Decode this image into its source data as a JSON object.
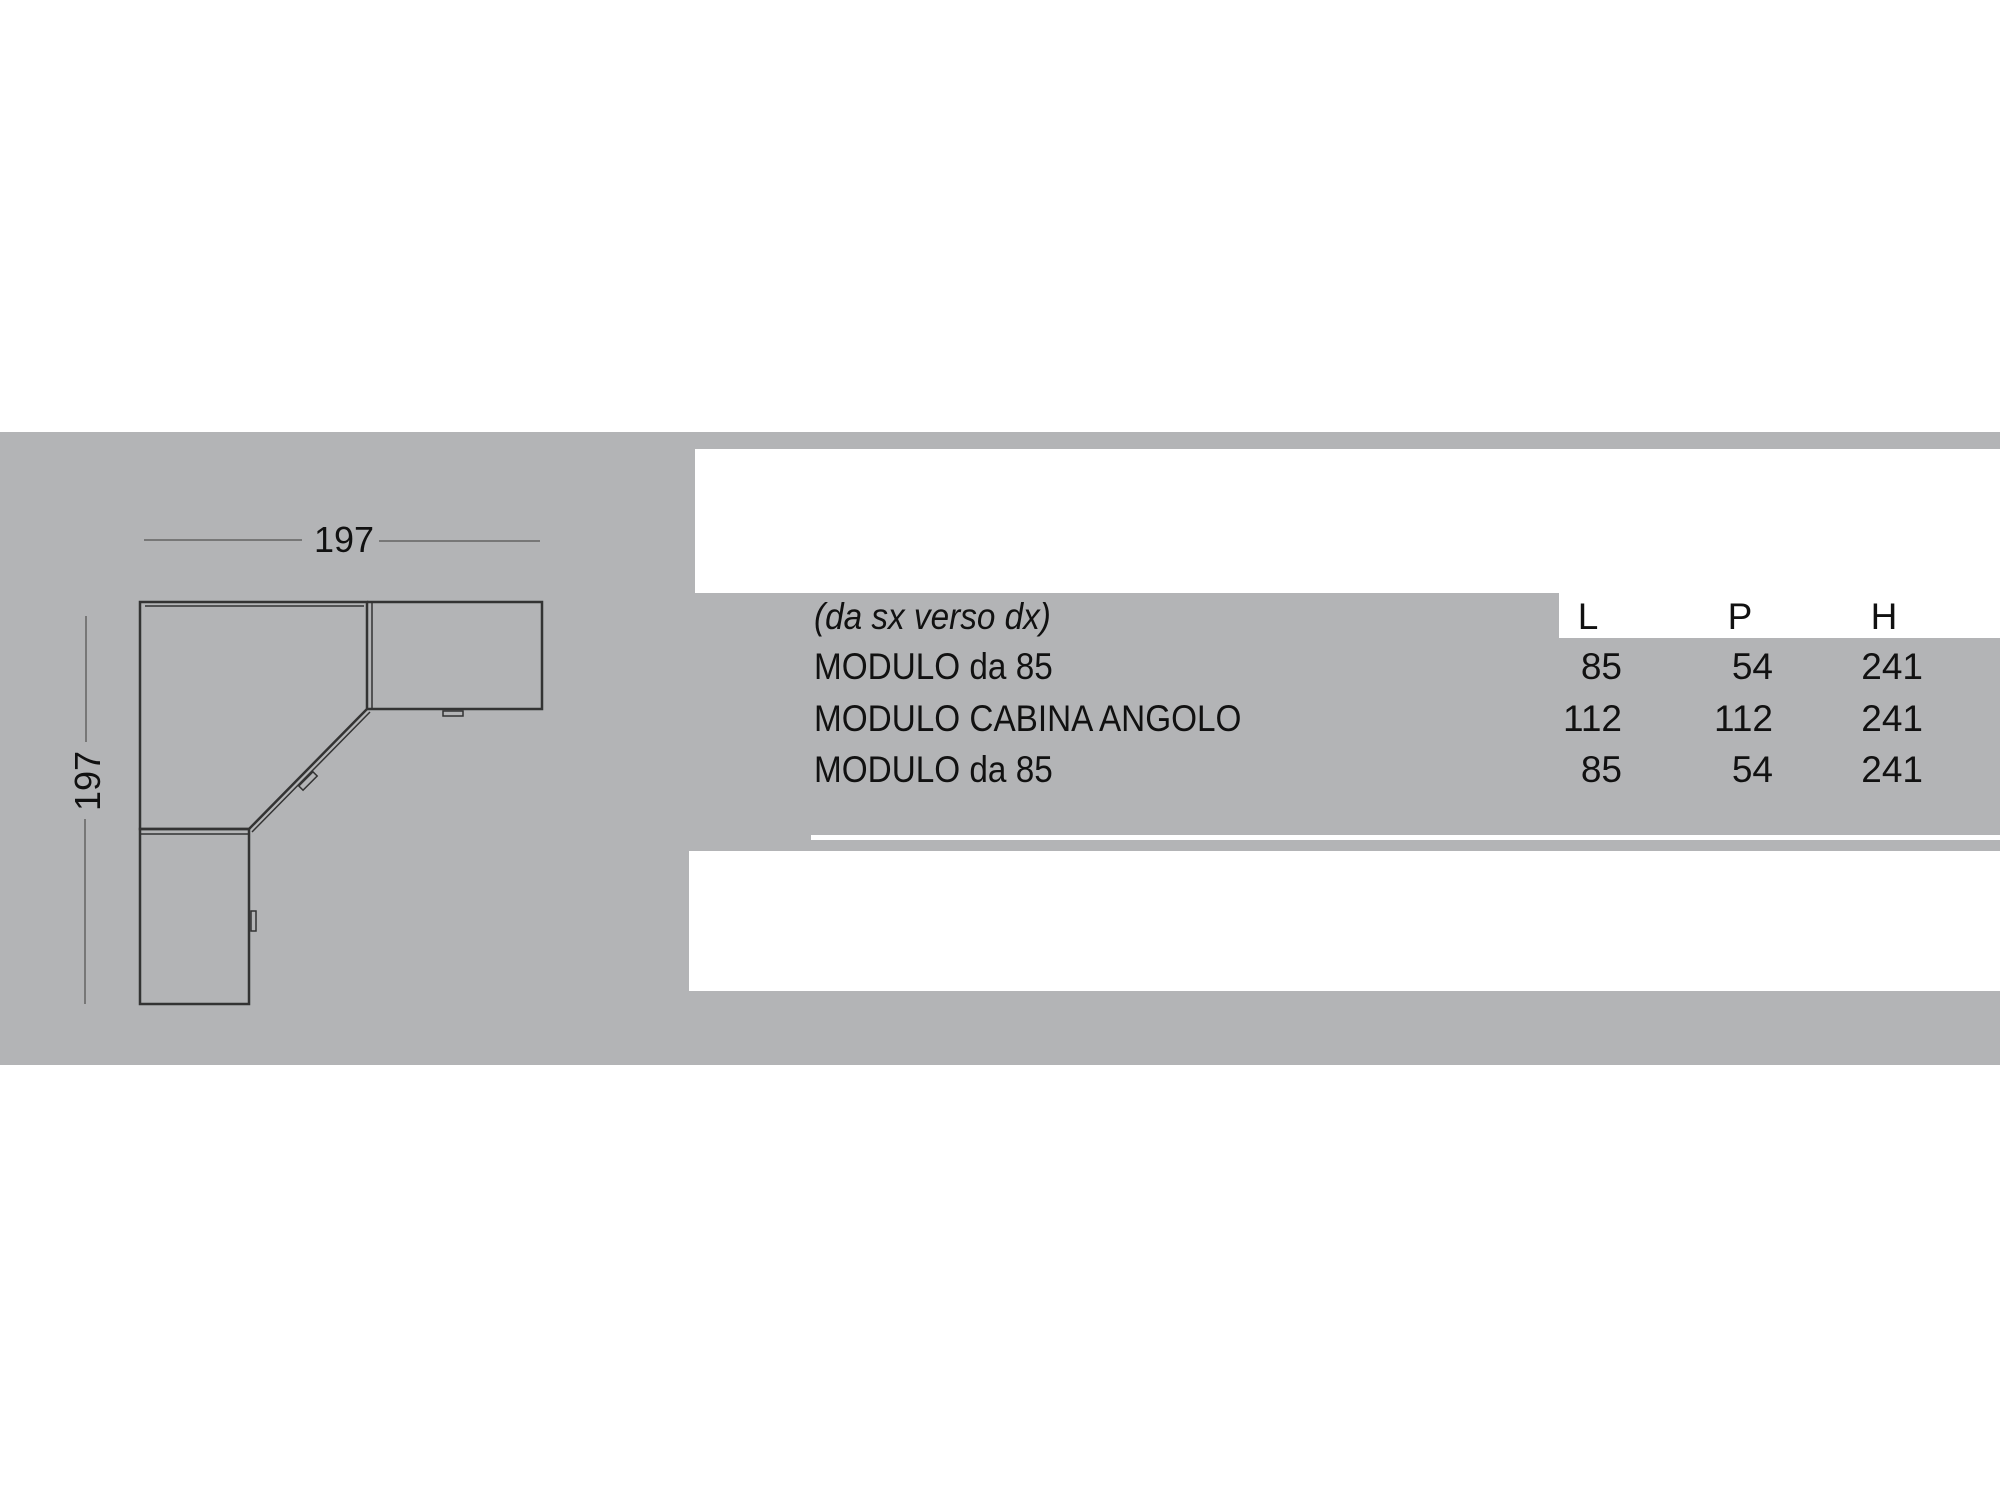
{
  "drawing": {
    "width_label": "197",
    "depth_label": "197"
  },
  "table": {
    "subtitle": "(da sx verso dx)",
    "columns": [
      "L",
      "P",
      "H"
    ],
    "rows": [
      {
        "name": "MODULO da 85",
        "L": "85",
        "P": "54",
        "H": "241"
      },
      {
        "name": "MODULO CABINA ANGOLO",
        "L": "112",
        "P": "112",
        "H": "241"
      },
      {
        "name": "MODULO da 85",
        "L": "85",
        "P": "54",
        "H": "241"
      }
    ]
  }
}
